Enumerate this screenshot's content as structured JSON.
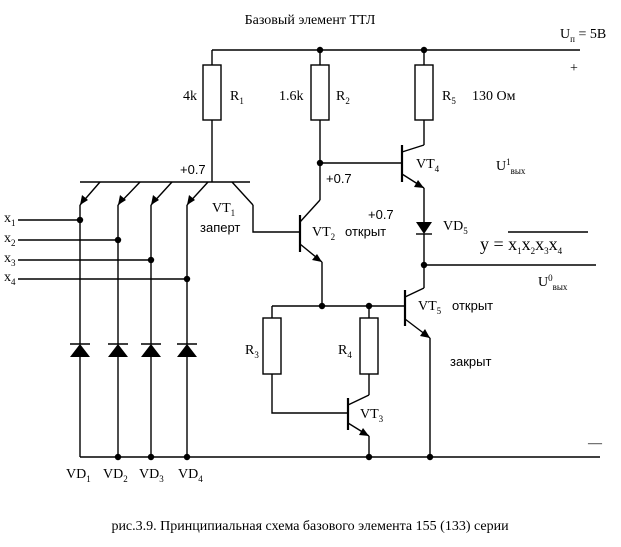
{
  "title": "Базовый элемент ТТЛ",
  "supply": {
    "symbol": "U",
    "sub": "п",
    "value": " = 5В",
    "plus": "+",
    "minus": "—"
  },
  "resistors": {
    "r1": {
      "value": "4k",
      "name": "R",
      "sub": "1"
    },
    "r2": {
      "value": "1.6k",
      "name": "R",
      "sub": "2"
    },
    "r5": {
      "name": "R",
      "sub": "5",
      "value": "130 Ом"
    },
    "r3": {
      "name": "R",
      "sub": "3"
    },
    "r4": {
      "name": "R",
      "sub": "4"
    }
  },
  "transistors": {
    "vt1": {
      "name": "VT",
      "sub": "1",
      "state": "заперт"
    },
    "vt2": {
      "name": "VT",
      "sub": "2",
      "state": "открыт"
    },
    "vt3": {
      "name": "VT",
      "sub": "3"
    },
    "vt4": {
      "name": "VT",
      "sub": "4"
    },
    "vt5": {
      "name": "VT",
      "sub": "5",
      "state": "открыт",
      "state2": "закрыт"
    }
  },
  "diodes": {
    "vd1": {
      "name": "VD",
      "sub": "1"
    },
    "vd2": {
      "name": "VD",
      "sub": "2"
    },
    "vd3": {
      "name": "VD",
      "sub": "3"
    },
    "vd4": {
      "name": "VD",
      "sub": "4"
    },
    "vd5": {
      "name": "VD",
      "sub": "5"
    }
  },
  "inputs": [
    {
      "name": "x",
      "sub": "1"
    },
    {
      "name": "x",
      "sub": "2"
    },
    {
      "name": "x",
      "sub": "3"
    },
    {
      "name": "x",
      "sub": "4"
    }
  ],
  "voltages": {
    "v1": "+0.7",
    "v2": "+0.7",
    "v3": "+0.7"
  },
  "output": {
    "y": "y = ",
    "terms": [
      {
        "name": "x",
        "sub": "1"
      },
      {
        "name": "x",
        "sub": "2"
      },
      {
        "name": "x",
        "sub": "3"
      },
      {
        "name": "x",
        "sub": "4"
      }
    ],
    "u1": {
      "name": "U",
      "sup": "1",
      "sub": "вых"
    },
    "u0": {
      "name": "U",
      "sup": "0",
      "sub": "вых"
    }
  },
  "caption": "рис.3.9. Принципиальная схема базового элемента 155 (133) серии"
}
